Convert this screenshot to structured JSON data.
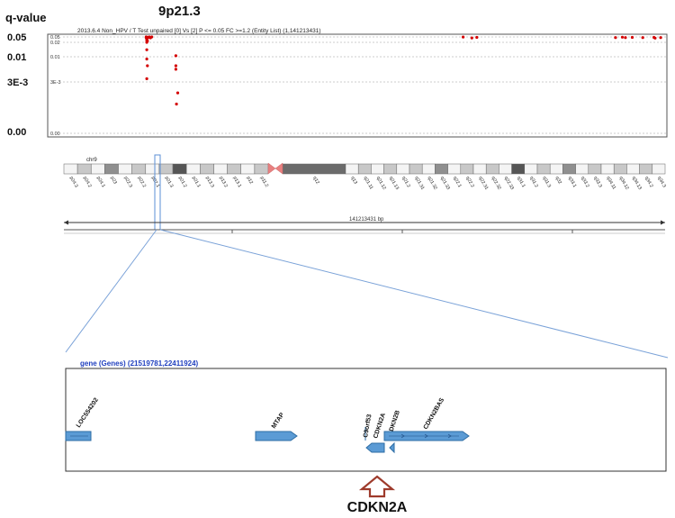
{
  "labels": {
    "q_value": "q-value",
    "locus": "9p21.3",
    "plot_title": "2013.6.4 Non_HPV / T Test unpaired [0] Vs [2] P <= 0.05 FC >=1.2 (Entity List) (1,141213431)",
    "chromosome": "chr9",
    "length": "141213431 bp",
    "gene_header": "gene (Genes) (21519781,22411924)",
    "callout": "CDKN2A"
  },
  "chart_data": {
    "type": "scatter",
    "ylabel": "q-value",
    "y_ticks_left": [
      "0.05",
      "0.01",
      "3E-3",
      "0.00"
    ],
    "y_ticks_inner": [
      "0.05",
      "0.02",
      "0.01",
      "3E-3",
      "0.00"
    ],
    "points": [
      {
        "x": 0.159,
        "y": 0.05
      },
      {
        "x": 0.16,
        "y": 0.048
      },
      {
        "x": 0.161,
        "y": 0.046
      },
      {
        "x": 0.159,
        "y": 0.044
      },
      {
        "x": 0.162,
        "y": 0.045
      },
      {
        "x": 0.164,
        "y": 0.05
      },
      {
        "x": 0.166,
        "y": 0.043
      },
      {
        "x": 0.168,
        "y": 0.051
      },
      {
        "x": 0.16,
        "y": 0.038
      },
      {
        "x": 0.16,
        "y": 0.033
      },
      {
        "x": 0.16,
        "y": 0.028
      },
      {
        "x": 0.161,
        "y": 0.025
      },
      {
        "x": 0.16,
        "y": 0.02
      },
      {
        "x": 0.16,
        "y": 0.014
      },
      {
        "x": 0.16,
        "y": 0.009
      },
      {
        "x": 0.161,
        "y": 0.0065
      },
      {
        "x": 0.16,
        "y": 0.0035
      },
      {
        "x": 0.207,
        "y": 0.0105
      },
      {
        "x": 0.207,
        "y": 0.0065
      },
      {
        "x": 0.207,
        "y": 0.0055
      },
      {
        "x": 0.21,
        "y": 0.0022
      },
      {
        "x": 0.208,
        "y": 0.0016
      },
      {
        "x": 0.671,
        "y": 0.049
      },
      {
        "x": 0.685,
        "y": 0.042
      },
      {
        "x": 0.693,
        "y": 0.046
      },
      {
        "x": 0.917,
        "y": 0.045
      },
      {
        "x": 0.928,
        "y": 0.048
      },
      {
        "x": 0.933,
        "y": 0.045
      },
      {
        "x": 0.944,
        "y": 0.046
      },
      {
        "x": 0.961,
        "y": 0.045
      },
      {
        "x": 0.979,
        "y": 0.046
      },
      {
        "x": 0.981,
        "y": 0.041
      },
      {
        "x": 0.99,
        "y": 0.045
      }
    ]
  },
  "ideogram": {
    "p_bands": [
      {
        "label": "p24.3",
        "shade": "white"
      },
      {
        "label": "p24.2",
        "shade": "light"
      },
      {
        "label": "p24.1",
        "shade": "white"
      },
      {
        "label": "p23",
        "shade": "mid"
      },
      {
        "label": "p22.3",
        "shade": "white"
      },
      {
        "label": "p22.2",
        "shade": "light"
      },
      {
        "label": "p22.1",
        "shade": "white"
      },
      {
        "label": "p21.3",
        "shade": "light"
      },
      {
        "label": "p21.2",
        "shade": "dark"
      },
      {
        "label": "p21.1",
        "shade": "white"
      },
      {
        "label": "p13.3",
        "shade": "light"
      },
      {
        "label": "p13.2",
        "shade": "white"
      },
      {
        "label": "p13.1",
        "shade": "light"
      },
      {
        "label": "p12",
        "shade": "white"
      },
      {
        "label": "p11.2",
        "shade": "light"
      }
    ],
    "q_bands": [
      {
        "label": "q12",
        "shade": "heterochromatin"
      },
      {
        "label": "q13",
        "shade": "white"
      },
      {
        "label": "q21.11",
        "shade": "light"
      },
      {
        "label": "q21.12",
        "shade": "white"
      },
      {
        "label": "q21.13",
        "shade": "light"
      },
      {
        "label": "q21.2",
        "shade": "white"
      },
      {
        "label": "q21.31",
        "shade": "light"
      },
      {
        "label": "q21.32",
        "shade": "white"
      },
      {
        "label": "q21.33",
        "shade": "mid"
      },
      {
        "label": "q22.1",
        "shade": "white"
      },
      {
        "label": "q22.2",
        "shade": "light"
      },
      {
        "label": "q22.31",
        "shade": "white"
      },
      {
        "label": "q22.32",
        "shade": "light"
      },
      {
        "label": "q22.33",
        "shade": "white"
      },
      {
        "label": "q31.1",
        "shade": "dark"
      },
      {
        "label": "q31.2",
        "shade": "white"
      },
      {
        "label": "q31.3",
        "shade": "light"
      },
      {
        "label": "q32",
        "shade": "white"
      },
      {
        "label": "q33.1",
        "shade": "mid"
      },
      {
        "label": "q33.2",
        "shade": "white"
      },
      {
        "label": "q33.3",
        "shade": "light"
      },
      {
        "label": "q34.11",
        "shade": "white"
      },
      {
        "label": "q34.12",
        "shade": "light"
      },
      {
        "label": "q34.13",
        "shade": "white"
      },
      {
        "label": "q34.2",
        "shade": "light"
      },
      {
        "label": "q34.3",
        "shade": "white"
      }
    ]
  },
  "genes": [
    {
      "name": "LOC554202",
      "strand": "-"
    },
    {
      "name": "MTAP",
      "strand": "+"
    },
    {
      "name": "C9orf53",
      "strand": "-"
    },
    {
      "name": "CDKN2A",
      "strand": "-"
    },
    {
      "name": "CDKN2B",
      "strand": "-"
    },
    {
      "name": "CDKN2BAS",
      "strand": "+"
    }
  ],
  "colors": {
    "point": "#d40000",
    "gene_fill": "#5b9bd5",
    "gene_edge": "#2e6da4",
    "header_text": "#1f3fbf",
    "arrow": "#9e3b2c",
    "zoom_lines": "#7aa2d8"
  }
}
